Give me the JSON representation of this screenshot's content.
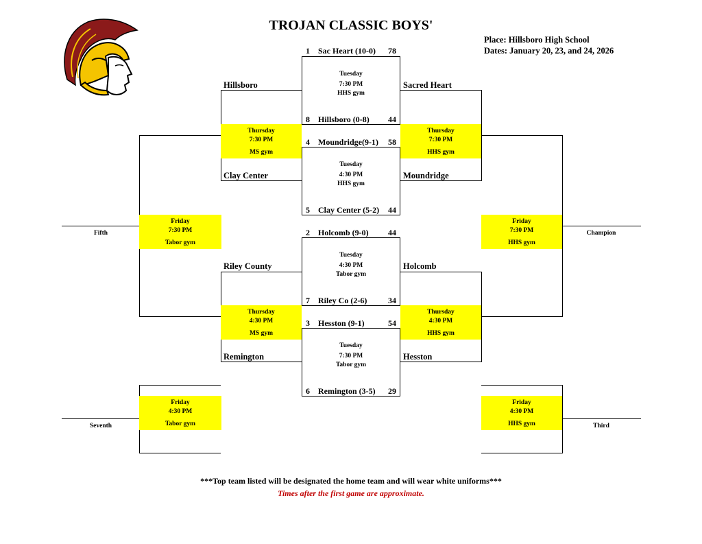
{
  "title": "TROJAN CLASSIC BOYS'",
  "place": "Place: Hillsboro High School",
  "dates": "Dates: January 20, 23, and 24, 2026",
  "colors": {
    "highlight": "#ffff00",
    "note_red": "#c00000",
    "logo_red": "#8b1a1a",
    "logo_gold": "#f5c400"
  },
  "logo_icon": "trojan-helmet-icon",
  "tuesday_games": [
    {
      "top_seed": "1",
      "top_team": "Sac Heart (10-0)",
      "top_score": "78",
      "day": "Tuesday",
      "time": "7:30 PM",
      "gym": "HHS gym",
      "bottom_seed": "8",
      "bottom_team": "Hillsboro (0-8)",
      "bottom_score": "44"
    },
    {
      "top_seed": "4",
      "top_team": "Moundridge(9-1)",
      "top_score": "58",
      "day": "Tuesday",
      "time": "4:30 PM",
      "gym": "HHS gym",
      "bottom_seed": "5",
      "bottom_team": "Clay Center (5-2)",
      "bottom_score": "44"
    },
    {
      "top_seed": "2",
      "top_team": "Holcomb (9-0)",
      "top_score": "44",
      "day": "Tuesday",
      "time": "4:30 PM",
      "gym": "Tabor gym",
      "bottom_seed": "7",
      "bottom_team": "Riley Co (2-6)",
      "bottom_score": "34"
    },
    {
      "top_seed": "3",
      "top_team": "Hesston (9-1)",
      "top_score": "54",
      "day": "Tuesday",
      "time": "7:30 PM",
      "gym": "Tabor gym",
      "bottom_seed": "6",
      "bottom_team": "Remington (3-5)",
      "bottom_score": "29"
    }
  ],
  "consolation": {
    "game1": {
      "top": "Hillsboro",
      "bottom": "Clay Center",
      "day": "Thursday",
      "time": "7:30 PM",
      "gym": "MS gym"
    },
    "game2": {
      "top": "Riley County",
      "bottom": "Remington",
      "day": "Thursday",
      "time": "4:30 PM",
      "gym": "MS gym"
    }
  },
  "winners": {
    "game1": {
      "top": "Sacred Heart",
      "bottom": "Moundridge",
      "day": "Thursday",
      "time": "7:30 PM",
      "gym": "HHS gym"
    },
    "game2": {
      "top": "Holcomb",
      "bottom": "Hesston",
      "day": "Thursday",
      "time": "4:30 PM",
      "gym": "HHS gym"
    }
  },
  "finals": {
    "fifth": {
      "label": "Fifth",
      "day": "Friday",
      "time": "7:30 PM",
      "gym": "Tabor gym"
    },
    "champion": {
      "label": "Champion",
      "day": "Friday",
      "time": "7:30 PM",
      "gym": "HHS gym"
    },
    "seventh": {
      "label": "Seventh",
      "day": "Friday",
      "time": "4:30 PM",
      "gym": "Tabor gym"
    },
    "third": {
      "label": "Third",
      "day": "Friday",
      "time": "4:30 PM",
      "gym": "HHS gym"
    }
  },
  "footer_note": "***Top team listed will be designated the home team and will wear white uniforms***",
  "footer_approx": "Times after the first game are approximate."
}
